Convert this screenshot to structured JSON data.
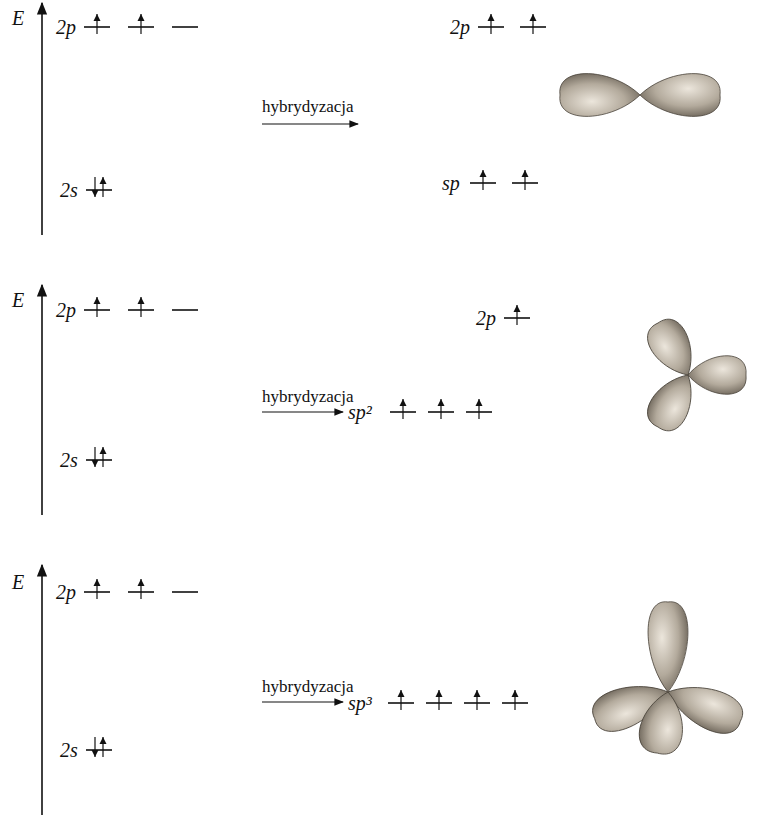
{
  "diagram": {
    "labels": [
      "E",
      "2p",
      "2s",
      "hybrydyzacja",
      "2p",
      "sp",
      "E",
      "2p",
      "2s",
      "hybrydyzacja",
      "2p",
      "sp²",
      "E",
      "2p",
      "2s",
      "hybrydyzacja",
      "sp³"
    ]
  }
}
